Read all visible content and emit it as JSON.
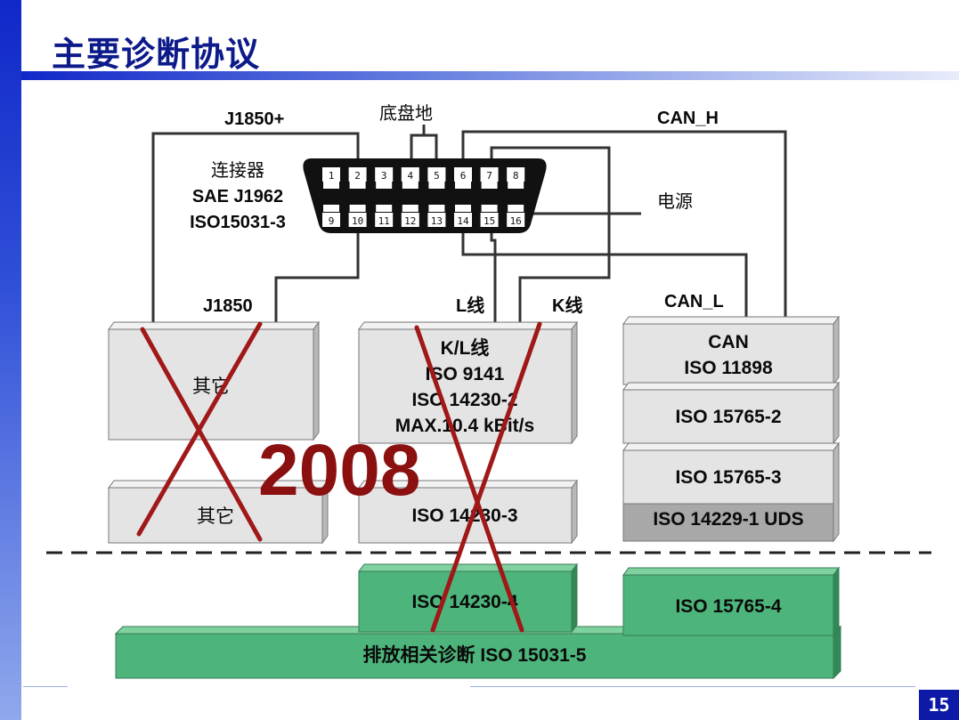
{
  "slide": {
    "title": "主要诊断协议",
    "page_number": "15"
  },
  "connector": {
    "label_line1": "连接器",
    "label_line2": "SAE J1962",
    "label_line3": "ISO15031-3",
    "top_pins": [
      "1",
      "2",
      "3",
      "4",
      "5",
      "6",
      "7",
      "8"
    ],
    "bottom_pins": [
      "9",
      "10",
      "11",
      "12",
      "13",
      "14",
      "15",
      "16"
    ]
  },
  "wire_labels": {
    "j1850_plus": "J1850+",
    "chassis_ground": "底盘地",
    "can_h": "CAN_H",
    "power": "电源",
    "j1850": "J1850",
    "l_line": "L线",
    "k_line": "K线",
    "can_l": "CAN_L"
  },
  "boxes": {
    "other_upper": "其它",
    "other_lower": "其它",
    "kline_title": "K/L线",
    "kline_iso9141": "ISO 9141",
    "kline_iso14230_2": "ISO 14230-2",
    "kline_max": "MAX.10.4 kBit/s",
    "iso14230_3": "ISO 14230-3",
    "can_title": "CAN",
    "can_iso11898": "ISO 11898",
    "iso15765_2": "ISO 15765-2",
    "iso15765_3": "ISO 15765-3",
    "iso14229_uds": "ISO 14229-1 UDS",
    "iso14230_4": "ISO 14230-4",
    "iso15765_4": "ISO 15765-4",
    "emission": "排放相关诊断 ISO 15031-5"
  },
  "overlay": {
    "year": "2008"
  },
  "colors": {
    "title": "#0d1a8a",
    "gray_box": "#e4e4e4",
    "green_box": "#4db57b",
    "cross": "#a01818",
    "year": "#8b1010"
  }
}
